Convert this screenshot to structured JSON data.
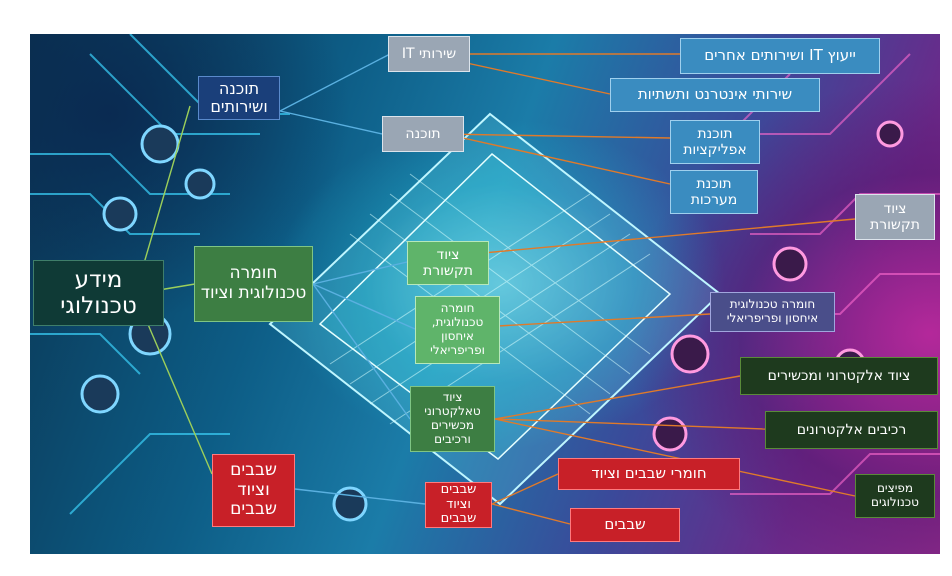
{
  "root": {
    "label": "מידע טכנולוגי"
  },
  "categories": {
    "software": "תוכנה ושירותים",
    "hardware": "חומרה טכנולוגית וציוד",
    "networks": "שבבים וציוד שבבים"
  },
  "center": {
    "it_services": "שירותי IT",
    "software": "תוכנה",
    "comm_equipment": "ציוד תקשורת",
    "tech_hardware": "חומרה טכנולוגית, איחסון ופריפריאלי",
    "electronic_equipment": "ציוד טאלקטרוני מכשירים ורכיבים",
    "semis": "שבבים וציוד שבבים"
  },
  "leaves": {
    "it_consulting": "ייעוץ IT ושירותים אחרים",
    "internet_services": "שירותי אינטרנט ותשתיות",
    "app_software": "תוכנת אפליקציות",
    "system_software": "תוכנת מערכות",
    "comm_equipment": "ציוד תקשורת",
    "tech_hardware": "חומרה טכנולוגית איחסון ופריפריאלי",
    "electronic_instruments": "ציוד אלקטרוני ומכשירים",
    "electronic_components": "רכיבים אלקטרונים",
    "tech_distributors": "מפיצים טכנולוגים",
    "semi_materials": "חומרי שבבים וציוד",
    "semiconductors": "שבבים"
  },
  "colors": {
    "connector_orange": "#e07a2a",
    "connector_green": "#9ccf5a",
    "connector_blue": "#5ab0e0",
    "connector_white": "#dfe8f0"
  }
}
